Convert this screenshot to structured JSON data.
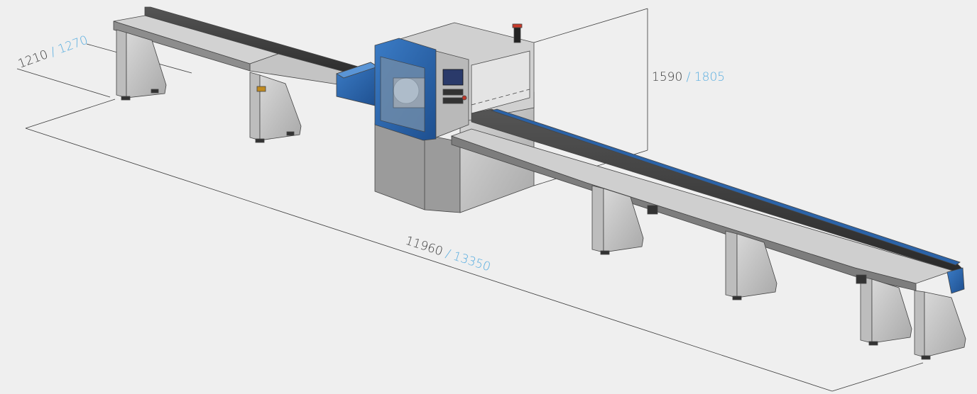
{
  "colors": {
    "background": "#efefef",
    "primary_dim": "#3a3a3a",
    "secondary_dim": "#5aaee0",
    "machine_blue": "#2b63a8",
    "frame_grey": "#c9c9c9",
    "dark_rail": "#3b3b3b"
  },
  "dimensions": {
    "depth": {
      "primary": "1210",
      "separator": " / ",
      "secondary": "1270"
    },
    "height": {
      "primary": "1590",
      "separator": " / ",
      "secondary": "1805"
    },
    "length": {
      "primary": "11960",
      "separator": " / ",
      "secondary": "13350"
    }
  }
}
